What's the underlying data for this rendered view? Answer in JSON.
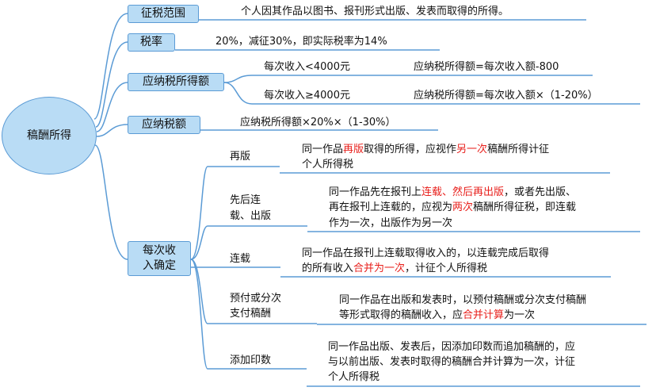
{
  "root": {
    "label": "稿酬所得"
  },
  "branches": {
    "scope": {
      "label": "征税范围",
      "text": "个人因其作品以图书、报刊形式出版、发表而取得的所得。"
    },
    "rate": {
      "label": "税率",
      "text": "20%，减征30%，即实际税率为14%"
    },
    "taxable_income": {
      "label": "应纳税所得额",
      "rows": [
        {
          "condition": "每次收入<4000元",
          "formula": "应纳税所得额=每次收入额-800"
        },
        {
          "condition": "每次收入≥4000元",
          "formula": "应纳税所得额=每次收入额×（1-20%）"
        }
      ]
    },
    "tax_payable": {
      "label": "应纳税额",
      "text": "应纳税所得额×20%×（1-30%）"
    },
    "per_income": {
      "label_line1": "每次收",
      "label_line2": "入确定",
      "cases": [
        {
          "label": "再版",
          "line1_a": "同一作品",
          "line1_hl1": "再版",
          "line1_b": "取得的所得，应视作",
          "line1_hl2": "另一次",
          "line1_c": "稿酬所得计征",
          "line2": "个人所得税"
        },
        {
          "label_line1": "先后连",
          "label_line2": "载、出版",
          "line1_a": "同一作品先在报刊上",
          "line1_hl": "连载、然后再出版",
          "line1_b": "，或者先出版、",
          "line2_a": "再在报刊上连载的，应视为",
          "line2_hl": "两次",
          "line2_b": "稿酬所得征税，即连载",
          "line3": "作为一次，出版作为另一次"
        },
        {
          "label": "连载",
          "line1": "同一作品在报刊上连载取得收入的，以连载完成后取得",
          "line2_a": "的所有收入",
          "line2_hl": "合并为一次",
          "line2_b": "，计征个人所得税"
        },
        {
          "label_line1": "预付或分次",
          "label_line2": "支付稿酬",
          "line1": "同一作品在出版和发表时，以预付稿酬或分次支付稿酬",
          "line2_a": "等形式取得的稿酬收入，应",
          "line2_hl": "合并计算",
          "line2_b": "为一次"
        },
        {
          "label": "添加印数",
          "line1": "同一作品出版、发表后，因添加印数而追加稿酬的，应",
          "line2": "与以前出版、发表时取得的稿酬合并计算为一次，计征",
          "line3": "个人所得税"
        }
      ]
    }
  },
  "colors": {
    "node_fill": "#b9dcf5",
    "node_border": "#5b9bd5",
    "line": "#5b9bd5",
    "highlight": "#e8201c"
  }
}
